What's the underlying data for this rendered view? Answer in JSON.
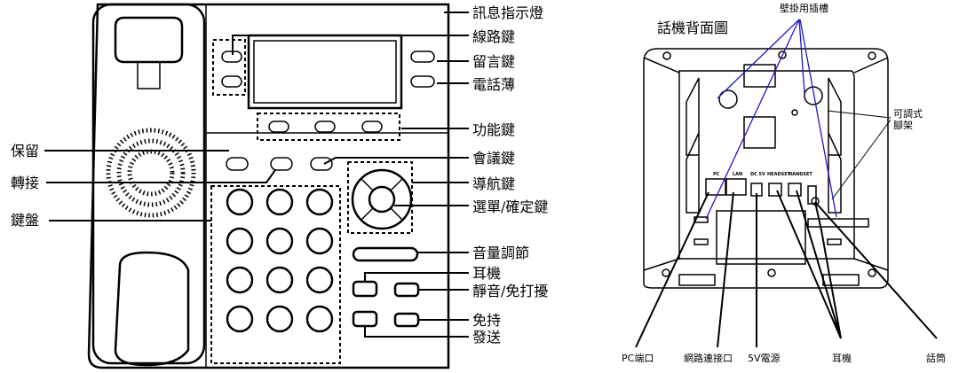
{
  "front": {
    "right_labels": [
      "訊息指示燈",
      "線路鍵",
      "留言鍵",
      "電話薄",
      "功能鍵",
      "會議鍵",
      "導航鍵",
      "選單/確定鍵",
      "音量調節",
      "耳機",
      "靜音/免打擾",
      "免持",
      "發送"
    ],
    "left_labels": [
      "保留",
      "轉接",
      "鍵盤"
    ]
  },
  "back": {
    "title": "話機背面圖",
    "wall_mount": "壁掛用插槽",
    "stand_line1": "可調式",
    "stand_line2": "腳架",
    "port_labels": [
      "PC",
      "LAN",
      "DC 5V",
      "HEADSET",
      "HANDSET"
    ],
    "bottom_labels": [
      "PC端口",
      "網路連接口",
      "5V電源",
      "耳機",
      "話筒"
    ]
  }
}
